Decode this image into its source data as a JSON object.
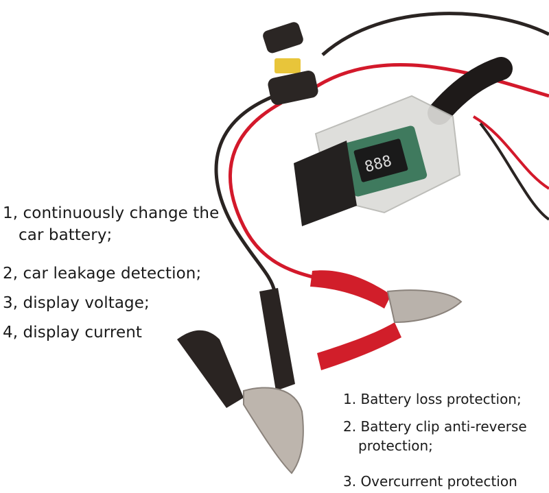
{
  "left_features": [
    {
      "line1": "1, continuously change the",
      "line2": "car battery;"
    },
    {
      "line1": "2, car leakage detection;"
    },
    {
      "line1": "3, display voltage;"
    },
    {
      "line1": "4, display current"
    }
  ],
  "right_features": [
    {
      "line1": "1. Battery loss protection;"
    },
    {
      "line1": "2. Battery clip anti-reverse",
      "line2": "protection;"
    },
    {
      "line1": "3. Overcurrent protection"
    }
  ],
  "colors": {
    "cable_red": "#d3192b",
    "cable_black": "#2a2422",
    "fuse": "#e8c53a",
    "clip_red": "#d11e2a",
    "pcb_green": "#3f7a5e"
  }
}
